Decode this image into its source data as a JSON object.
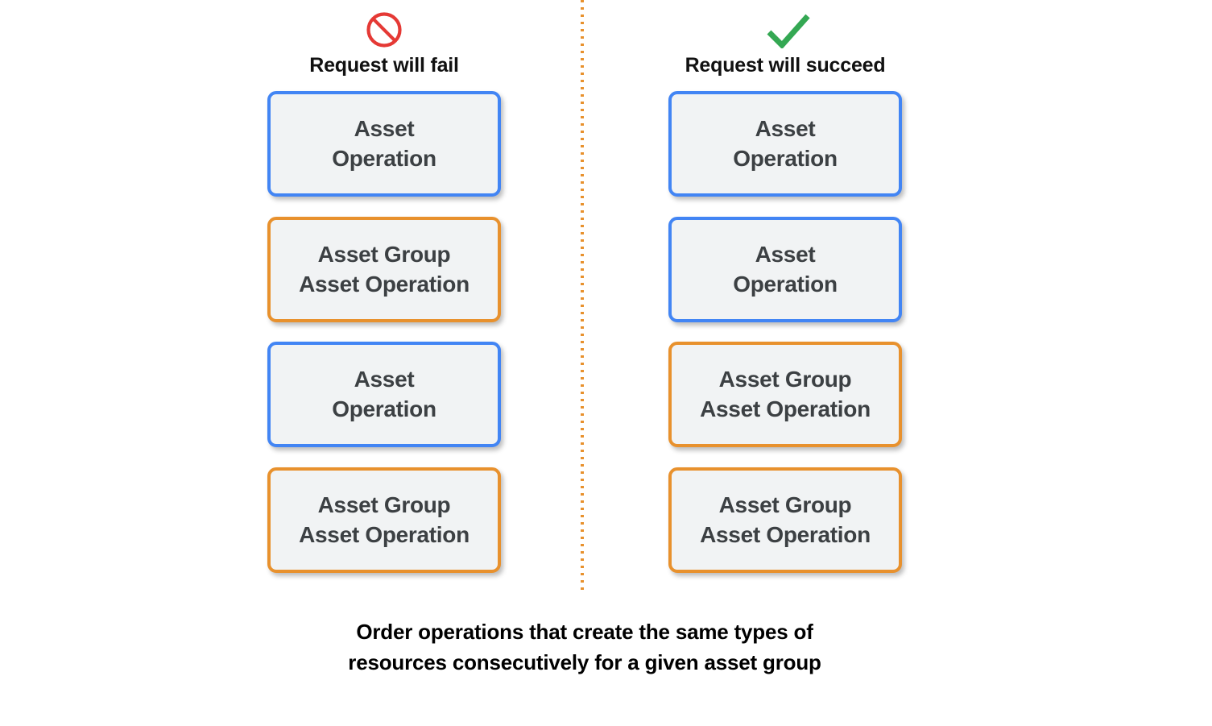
{
  "columns": [
    {
      "id": "fail",
      "icon": "prohibition-icon",
      "title": "Request will fail",
      "icon_color": "#E53935",
      "boxes": [
        {
          "variant": "blue",
          "lines": [
            "Asset",
            "Operation"
          ]
        },
        {
          "variant": "orange",
          "lines": [
            "Asset Group",
            "Asset Operation"
          ]
        },
        {
          "variant": "blue",
          "lines": [
            "Asset",
            "Operation"
          ]
        },
        {
          "variant": "orange",
          "lines": [
            "Asset Group",
            "Asset Operation"
          ]
        }
      ]
    },
    {
      "id": "succeed",
      "icon": "checkmark-icon",
      "title": "Request will succeed",
      "icon_color": "#34A853",
      "boxes": [
        {
          "variant": "blue",
          "lines": [
            "Asset",
            "Operation"
          ]
        },
        {
          "variant": "blue",
          "lines": [
            "Asset",
            "Operation"
          ]
        },
        {
          "variant": "orange",
          "lines": [
            "Asset Group",
            "Asset Operation"
          ]
        },
        {
          "variant": "orange",
          "lines": [
            "Asset Group",
            "Asset Operation"
          ]
        }
      ]
    }
  ],
  "caption": {
    "line1": "Order operations that create the same types of",
    "line2": "resources consecutively for a given asset group"
  },
  "colors": {
    "blue_border": "#4285F4",
    "orange_border": "#E8912D",
    "box_fill": "#F1F3F4",
    "box_text": "#3C4043",
    "divider": "#E8912D",
    "fail_icon": "#E53935",
    "succeed_icon": "#34A853"
  }
}
